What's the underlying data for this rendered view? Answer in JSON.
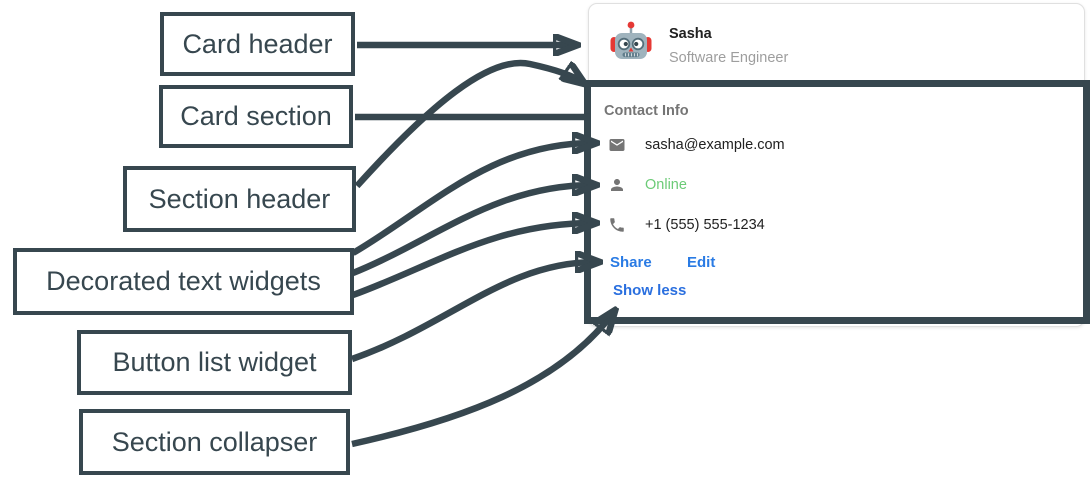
{
  "annotations": {
    "labels": [
      {
        "id": "card-header",
        "text": "Card header"
      },
      {
        "id": "card-section",
        "text": "Card section"
      },
      {
        "id": "section-header",
        "text": "Section header"
      },
      {
        "id": "decorated-text-widgets",
        "text": "Decorated text widgets"
      },
      {
        "id": "button-list-widget",
        "text": "Button list widget"
      },
      {
        "id": "section-collapser",
        "text": "Section collapser"
      }
    ]
  },
  "card": {
    "header": {
      "avatar": "robot-avatar",
      "name": "Sasha",
      "role": "Software Engineer"
    },
    "section": {
      "title": "Contact Info",
      "rows": [
        {
          "icon": "mail-icon",
          "text": "sasha@example.com"
        },
        {
          "icon": "person-icon",
          "text": "Online"
        },
        {
          "icon": "phone-icon",
          "text": "+1 (555) 555-1234"
        }
      ],
      "buttons": [
        {
          "label": "Share"
        },
        {
          "label": "Edit"
        }
      ],
      "collapser_label": "Show less"
    }
  },
  "colors": {
    "annotation": "#37474F",
    "link_blue": "#2A7BE4",
    "collapser_blue": "#2A6FDF",
    "online_green": "#6CCB77",
    "icon_gray": "#757575",
    "secondary_text": "#9E9E9E",
    "primary_text": "#212121",
    "card_border": "#E0E0E0"
  }
}
